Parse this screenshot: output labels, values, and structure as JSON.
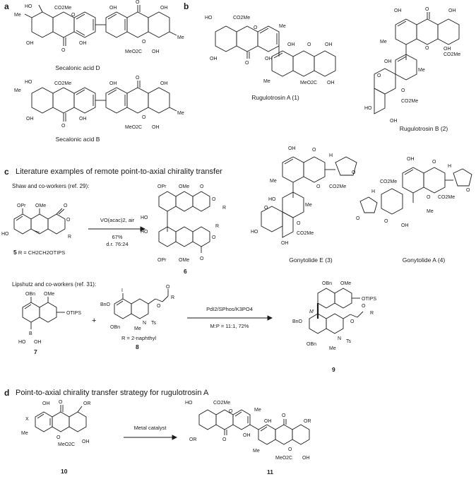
{
  "panels": {
    "a": {
      "letter": "a",
      "compounds": [
        {
          "caption": "Secalonic acid D"
        },
        {
          "caption": "Secalonic acid B"
        }
      ]
    },
    "b": {
      "letter": "b",
      "compounds": [
        {
          "caption": "Rugulotrosin A (1)"
        },
        {
          "caption": "Rugulotrosin B (2)"
        },
        {
          "caption": "Gonytolide E (3)"
        },
        {
          "caption": "Gonytolide A (4)"
        }
      ]
    },
    "c": {
      "letter": "c",
      "title": "Literature examples of remote point-to-axial chirality transfer",
      "shaw": {
        "ref": "Shaw and co-workers (ref. 29):",
        "reagent": "VO(acac)2, air",
        "yield": "67%",
        "dr": "d.r. 76:24",
        "sm_label": "5",
        "sm_r": "R = CH2CH2OTIPS",
        "product": "6"
      },
      "lipshutz": {
        "ref": "Lipshutz and co-workers (ref. 31):",
        "reagent": "PdI2/SPhos/K3PO4",
        "ratio": "M:P = 11:1, 72%",
        "sm1": "7",
        "sm2": "8",
        "sm2_r": "R = 2-naphthyl",
        "product": "9",
        "plus": "+"
      }
    },
    "d": {
      "letter": "d",
      "title": "Point-to-axial chirality transfer strategy for rugulotrosin A",
      "reagent": "Metal catalyst",
      "sm": "10",
      "product": "11"
    }
  },
  "atoms": {
    "HO": "HO",
    "OH": "OH",
    "O": "O",
    "CO2Me": "CO2Me",
    "MeO2C": "MeO2C",
    "Me": "Me",
    "H": "H",
    "OMe": "OMe",
    "OPr": "OPr",
    "OBn": "OBn",
    "BnO": "BnO",
    "OTIPS": "OTIPS",
    "R": "R",
    "N": "N",
    "Ts": "Ts",
    "I": "I",
    "B": "B",
    "X": "X",
    "OR": "OR",
    "M": "M"
  }
}
